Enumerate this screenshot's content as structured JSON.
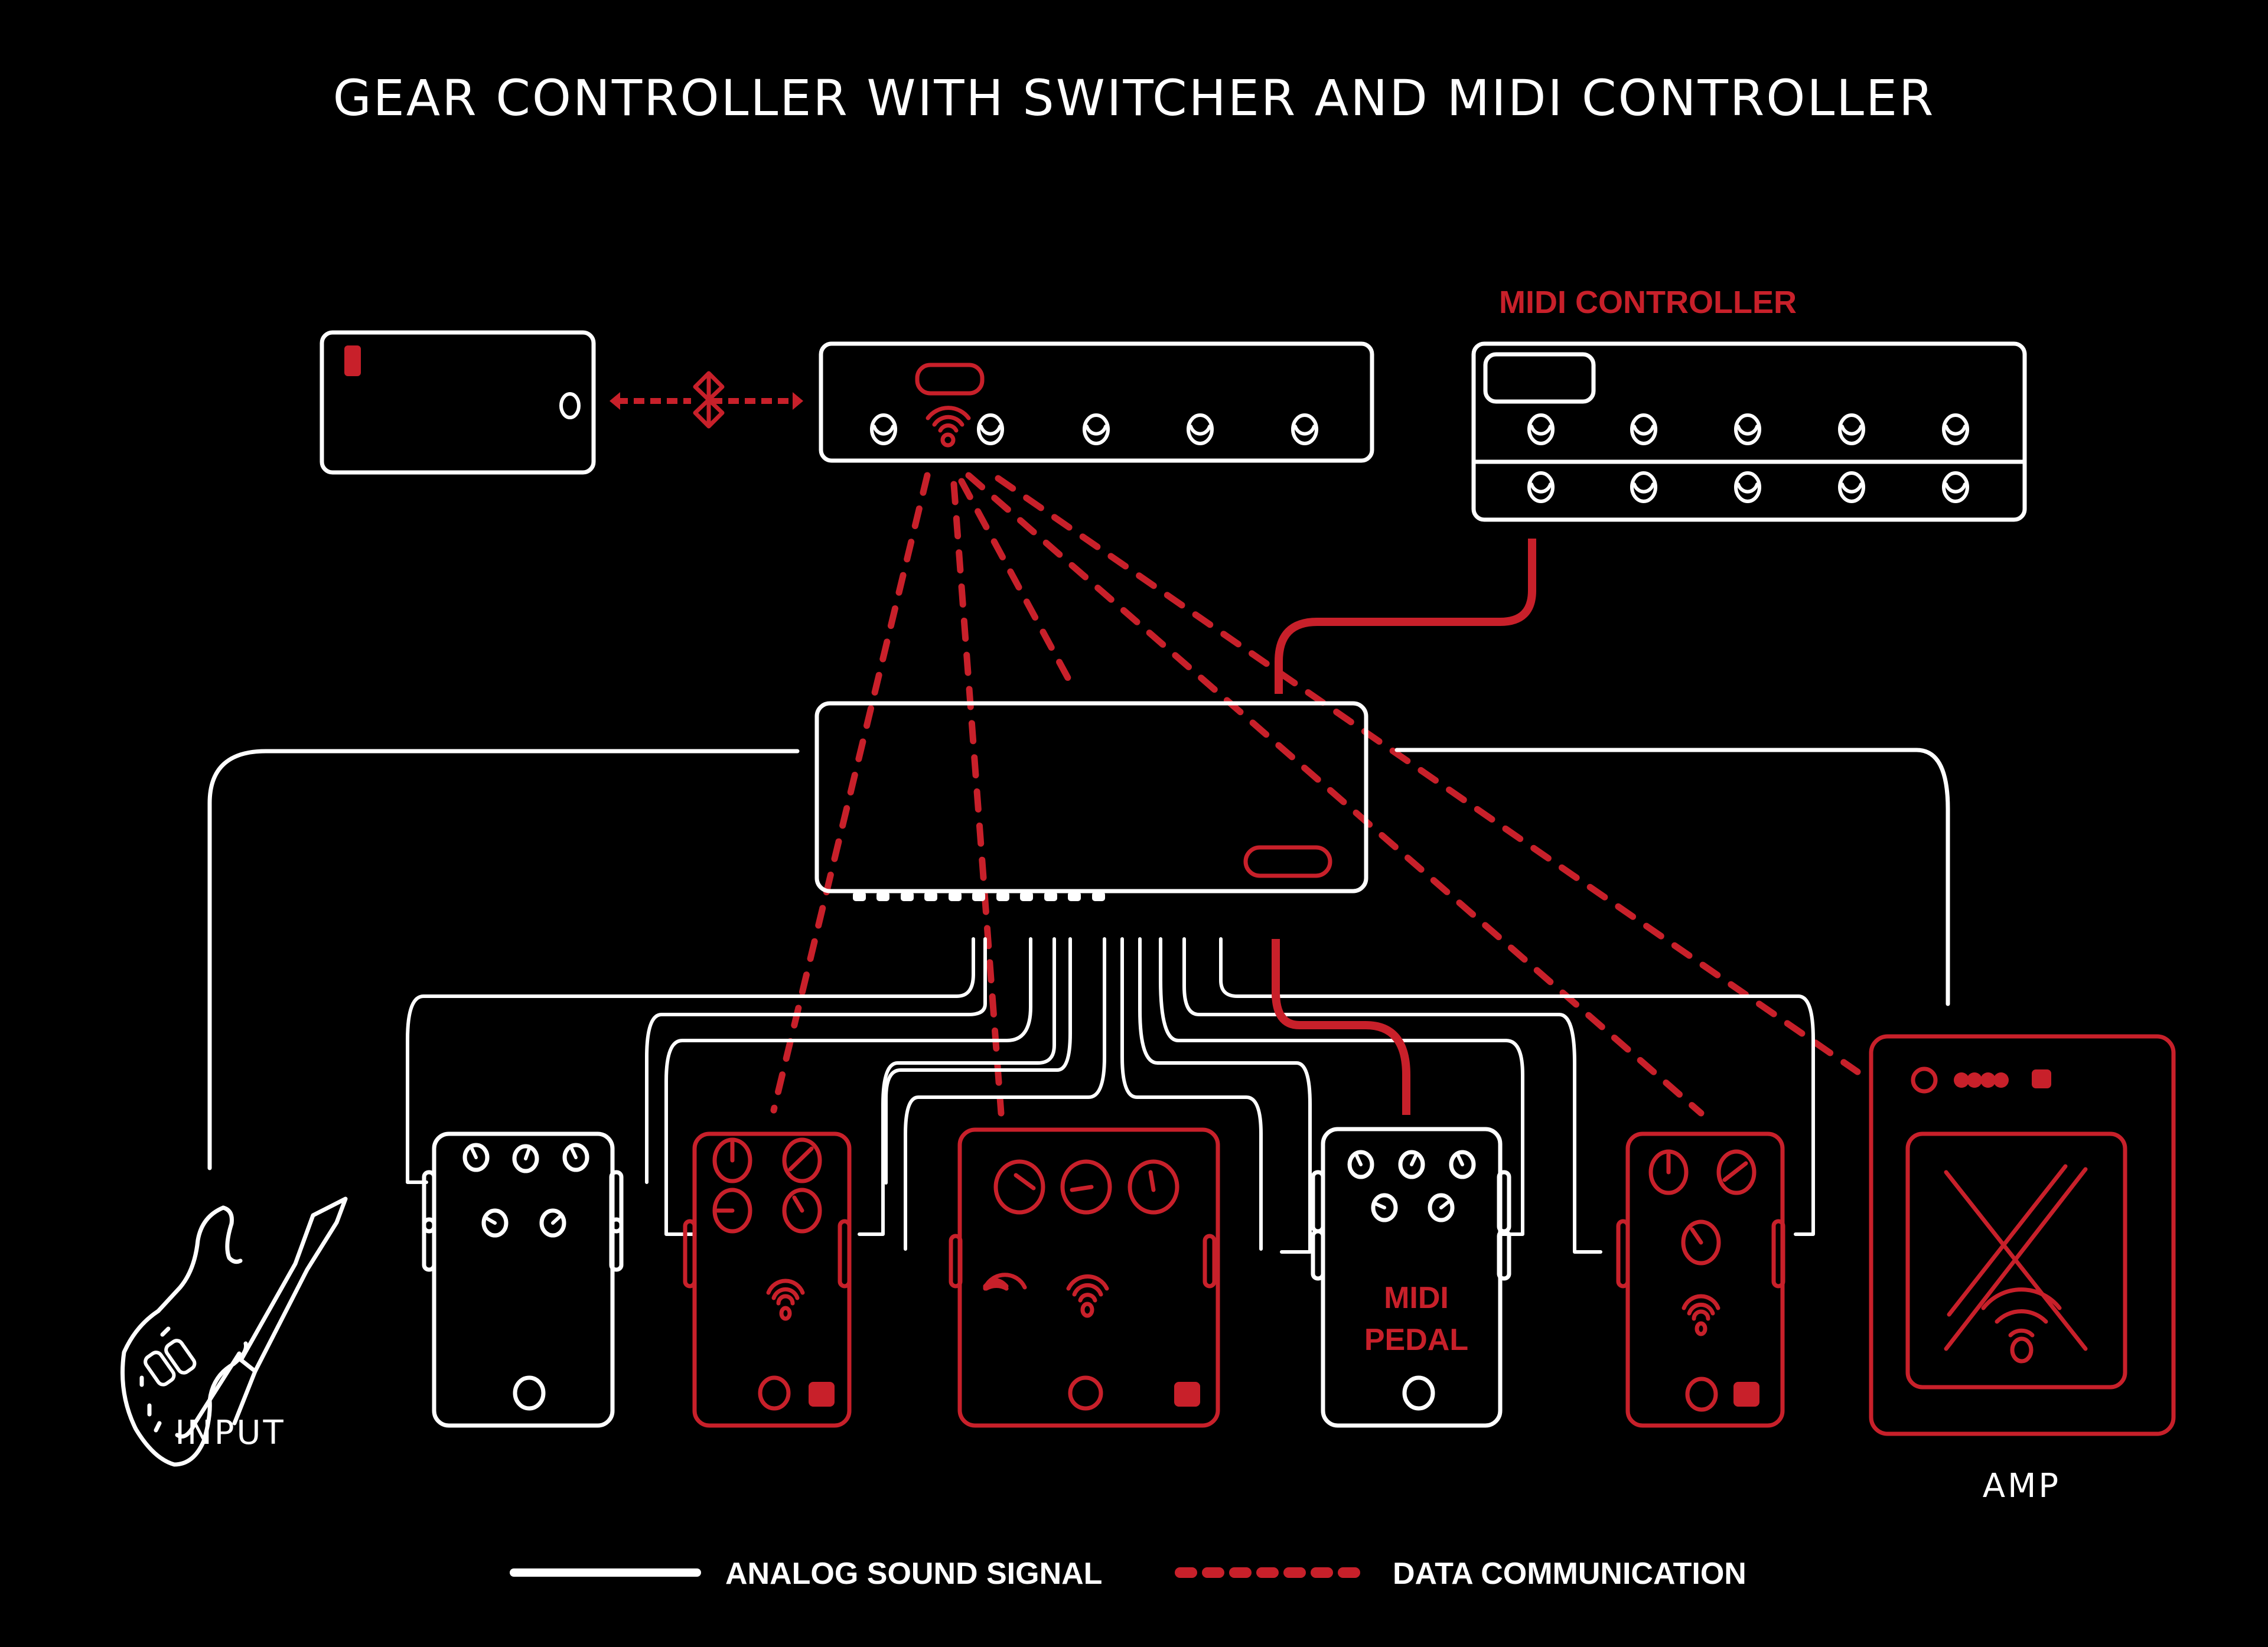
{
  "title": "GEAR CONTROLLER WITH SWITCHER AND MIDI CONTROLLER",
  "colors": {
    "background": "#000000",
    "analog": "#ffffff",
    "data": "#c8202a"
  },
  "devices": {
    "phone": {
      "name": "Phone / App",
      "connection": "bluetooth-icon"
    },
    "gear_controller": {
      "name": "Gear Controller",
      "footswitches": 5,
      "has_wireless": true
    },
    "midi_controller": {
      "label": "MIDI CONTROLLER",
      "footswitch_rows": 2,
      "footswitches_per_row": 5
    },
    "switcher": {
      "name": "Switcher",
      "jacks": 11
    },
    "input": {
      "label": "INPUT",
      "icon": "guitar-icon"
    },
    "amp": {
      "label": "AMP",
      "icon": "amp-icon",
      "wireless": true
    },
    "pedals": [
      {
        "name": "analog-pedal-1",
        "type": "analog",
        "knobs": 5
      },
      {
        "name": "smart-pedal-1",
        "type": "wireless",
        "knobs": 4
      },
      {
        "name": "smart-pedal-2",
        "type": "wireless",
        "knobs": 3
      },
      {
        "name": "midi-pedal",
        "type": "midi",
        "knobs": 5,
        "label_line1": "MIDI",
        "label_line2": "PEDAL"
      },
      {
        "name": "smart-pedal-3",
        "type": "wireless",
        "knobs": 3
      }
    ]
  },
  "legend": {
    "analog_label": "ANALOG SOUND SIGNAL",
    "data_label": "DATA COMMUNICATION"
  }
}
